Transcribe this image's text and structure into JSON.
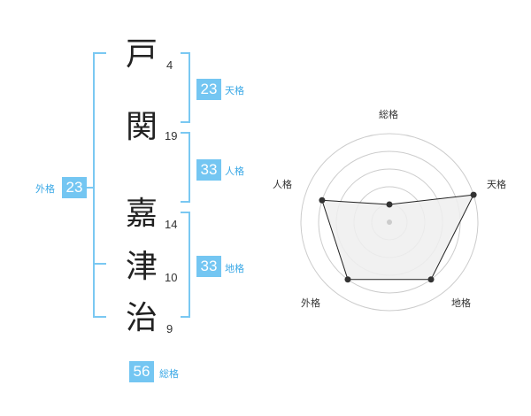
{
  "name": {
    "chars": [
      {
        "char": "戸",
        "strokes": "4"
      },
      {
        "char": "関",
        "strokes": "19"
      },
      {
        "char": "嘉",
        "strokes": "14"
      },
      {
        "char": "津",
        "strokes": "10"
      },
      {
        "char": "治",
        "strokes": "9"
      }
    ]
  },
  "fortunes": {
    "tenkaku": {
      "label": "天格",
      "value": "23"
    },
    "jinkaku": {
      "label": "人格",
      "value": "33"
    },
    "chikaku": {
      "label": "地格",
      "value": "33"
    },
    "gaikaku": {
      "label": "外格",
      "value": "23"
    },
    "soukaku": {
      "label": "総格",
      "value": "56"
    }
  },
  "radar": {
    "axes": [
      "総格",
      "天格",
      "地格",
      "外格",
      "人格"
    ],
    "levels": 5,
    "values": [
      1,
      5,
      4,
      4,
      4
    ],
    "fill_color": "#eeeeee",
    "line_color": "#222222",
    "grid_color": "#cccccc"
  },
  "colors": {
    "accent": "#74c6f2",
    "bracket": "#7ac8f2"
  }
}
